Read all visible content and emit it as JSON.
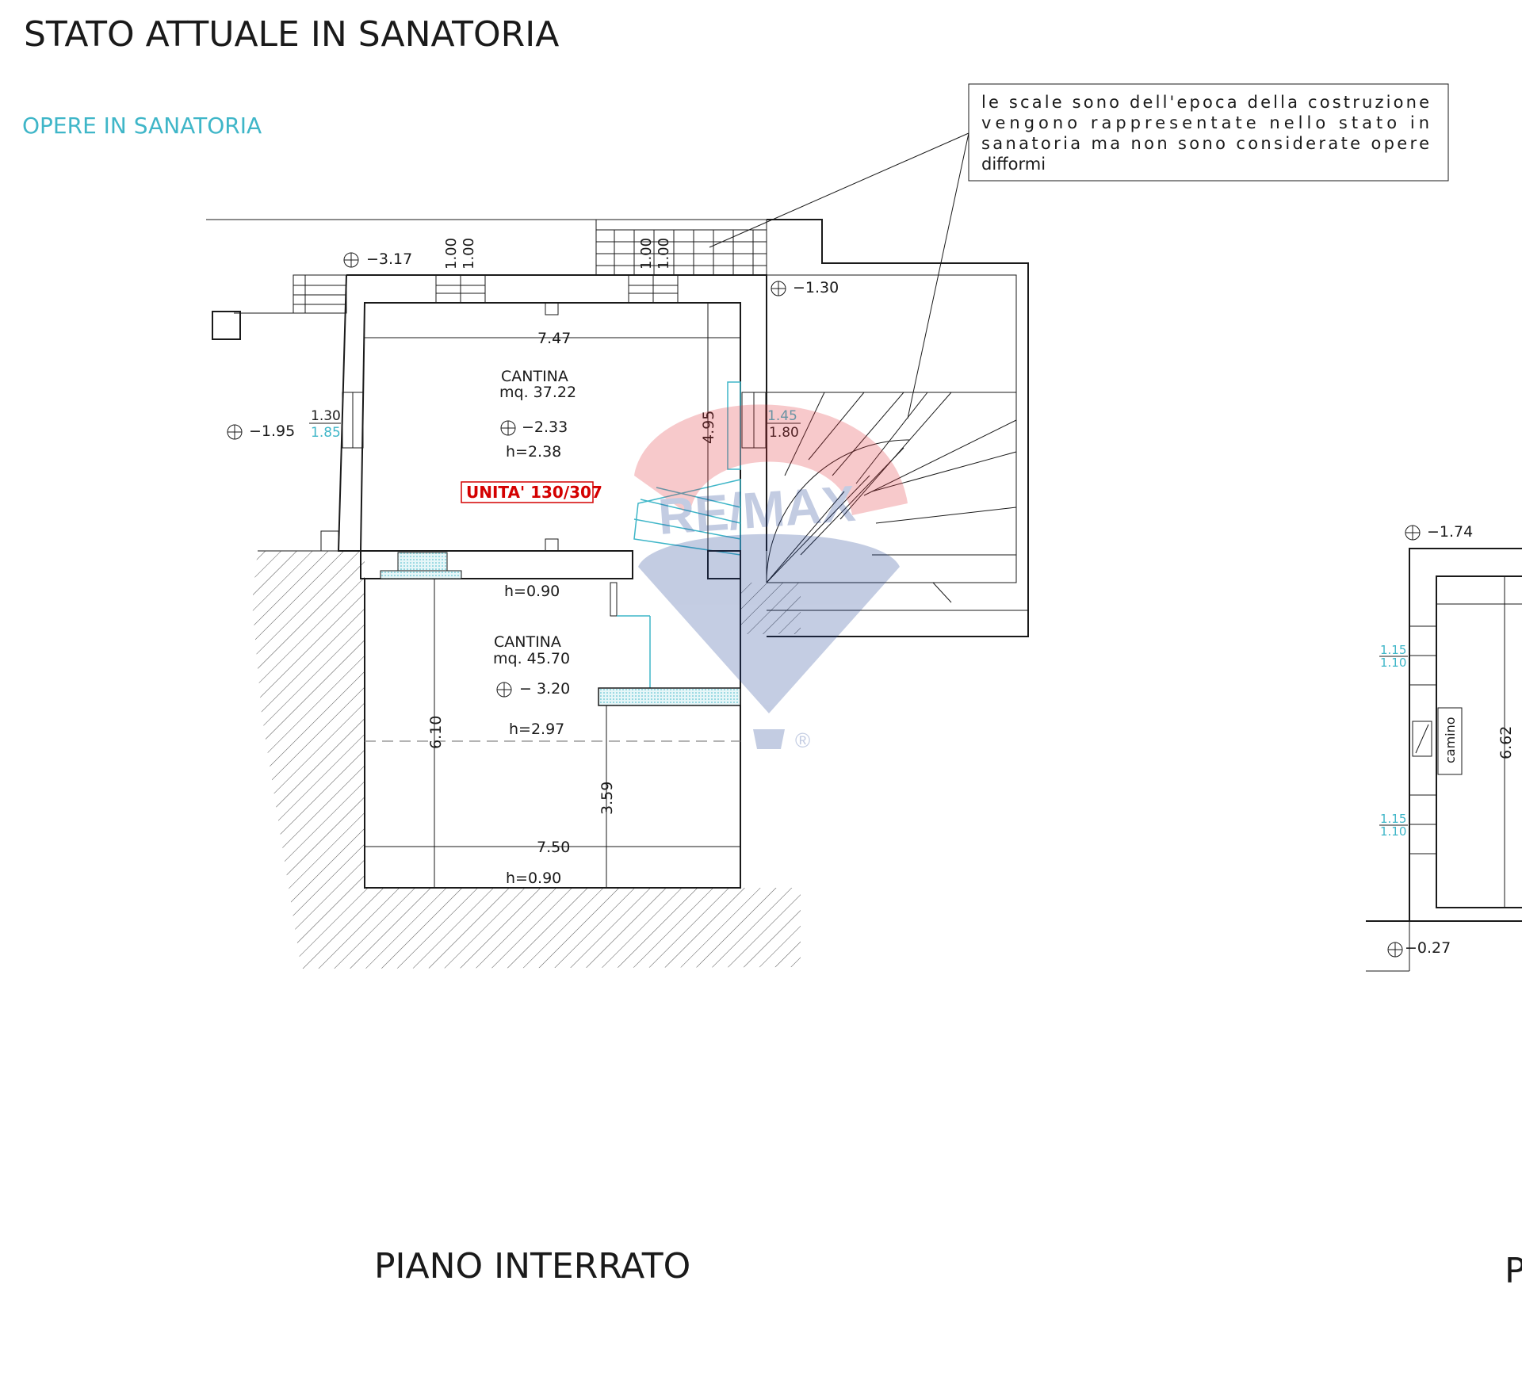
{
  "drawing": {
    "title": "STATO  ATTUALE  IN  SANATORIA",
    "legend": "OPERE  IN  SANATORIA",
    "note_lines": [
      "le  scale  sono  dell'epoca  della  costruzione",
      "vengono  rappresentate  nello  stato  in",
      "sanatoria  ma  non  sono  considerate  opere",
      "difformi"
    ],
    "floor_label": "PIANO  INTERRATO",
    "right_floor_initial": "P"
  },
  "rooms": [
    {
      "name": "CANTINA",
      "area": "mq.  37.22",
      "level": "−2.33",
      "height": "h=2.38"
    },
    {
      "name": "CANTINA",
      "area": "mq.  45.70",
      "level": "−  3.20",
      "height": "h=2.97"
    }
  ],
  "unit_label": "UNITA'  130/307",
  "levels": {
    "l317": "−3.17",
    "l130": "−1.30",
    "l195": "−1.95",
    "l174": "−1.74",
    "l027": "−0.27"
  },
  "dimensions": {
    "d747": "7.47",
    "d495": "4.95",
    "d610": "6.10",
    "d359": "3.59",
    "d750": "7.50",
    "d662": "6.62",
    "h090a": "h=0.90",
    "h090b": "h=0.90",
    "win1_top": "1.00",
    "win1_bot": "1.00",
    "win2_top": "1.00",
    "win2_bot": "1.00",
    "w130": "1.30",
    "w185": "1.85",
    "w145": "1.45",
    "w180": "1.80",
    "r115a": "1.15",
    "r110a": "1.10",
    "r115b": "1.15",
    "r110b": "1.10"
  },
  "fireplace_label": "camino",
  "watermark": {
    "brand": "RE/MAX",
    "reg": "®",
    "color_red": "#e3323c",
    "color_blue": "#1c3f94"
  },
  "colors": {
    "line": "#1a1a1a",
    "cyan": "#3fb6c8",
    "unit_red": "#d40000"
  }
}
